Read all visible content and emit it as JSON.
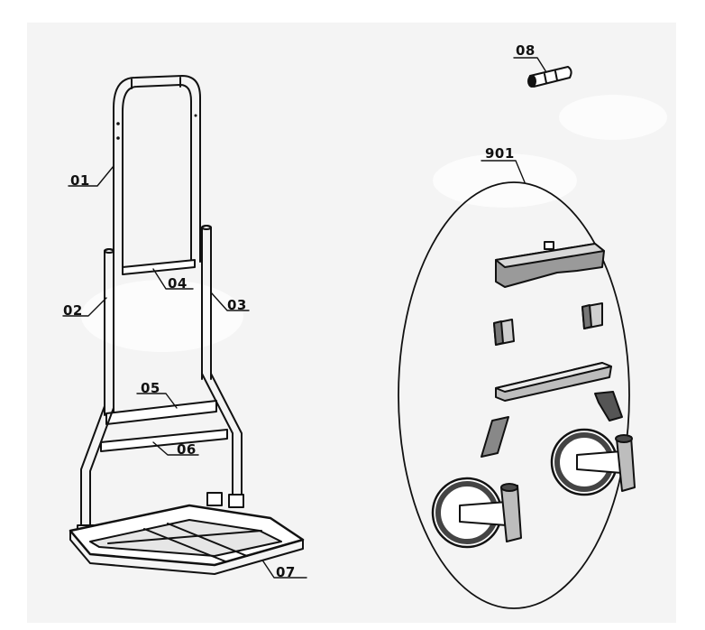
{
  "labels": {
    "p01": "01",
    "p02": "02",
    "p03": "03",
    "p04": "04",
    "p05": "05",
    "p06": "06",
    "p07": "07",
    "p08": "08",
    "p901": "901"
  },
  "colors": {
    "line": "#111111",
    "background": "#ffffff",
    "paper_shade": "#f4f4f4",
    "fill_light": "#ffffff",
    "fill_mid": "#bdbdbd",
    "fill_dark": "#4a4a4a"
  }
}
